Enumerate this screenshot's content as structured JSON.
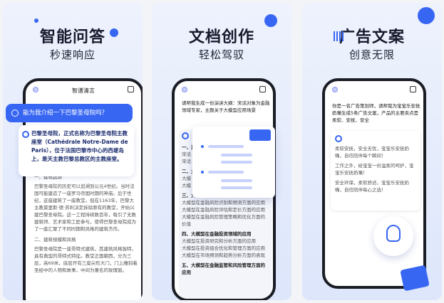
{
  "panels": [
    {
      "title": "智能问答",
      "subtitle": "秒速响应",
      "app_title": "智谱清言",
      "question": "能为我介绍一下巴黎圣母院吗？",
      "answer": "巴黎圣母院，正式名称为巴黎圣母院主教座堂（Cathédrale Notre-Dame de Paris），位于法国巴黎市中心的西堤岛上，是天主教巴黎总教区的主教座堂。",
      "body_lines": [
        "一、建筑起源",
        "巴黎圣母院的历史可以追溯到公元4世纪。当时法国可能建造了一座罗马帝国时期的神庙。后于世纪，这座建筑了一座教堂。但在1163年，巴黎大主教莫里斯·德·苏利决定拆除原有的教堂，开始兴建巴黎圣母院。这一工程持续数百年，吸引了无数建筑师、艺术家和工匠参与，使得巴黎圣母院成为了一座汇聚了不同时期和风格的建筑杰作。",
        "二、建筑规模和风格",
        "巴黎圣母院是一座哥特式建筑，其建筑风格独特，具有典型的哥特式特征。教堂正面朝西，分为三层，高69米，底层开有三座尖形大门，门上雕刻着圣经中的人物和故事，中间为著名的玫瑰窗。"
      ]
    },
    {
      "title": "文档创作",
      "subtitle": "轻松驾驭",
      "prompt": "请帮我生成一份演讲大纲：宋话对象为金融领域专家，主题关于大模型应用场景",
      "sections": [
        "一、开场",
        "二、大模",
        "三、大模",
        "四、大模型在金融投资领域的应用",
        "五、大模型在金融监管和风险管理方面的应用"
      ],
      "items_a": [
        "宋话",
        "宋话"
      ],
      "items_b": [
        "大模",
        "大模"
      ],
      "items_c": [
        "大模型在金融风险识别和预测方面的应用",
        "大模型在金融风险评估和定价方面的应用",
        "大模型在金融风险管理策略和优化方面的价值"
      ],
      "items_d": [
        "大模型在投资研究和分析方面的应用",
        "大模型在投资组合优化和管理方面的应用",
        "大模型在市场预测和趋势分析方面的表现"
      ]
    },
    {
      "title": "广告文案",
      "subtitle": "创意无限",
      "prompt": "你是一名广告策划师，请帮我为宝宝乐安抚奶嘴生成5条广告文案，产品的主要卖点是柔软、安抚、安全",
      "copies": [
        "柔软安抚，安全无忧，宝宝乐安抚奶嘴，自信陪伴每个瞬间！",
        "工作之外，给宝宝一份温柔的呵护，宝宝乐安抚奶嘴！",
        "安全环保，柔软舒适，宝宝乐安抚奶嘴，自信陪伴每心之选！"
      ]
    }
  ],
  "colors": {
    "accent": "#3766f3",
    "dark": "#161a2c"
  }
}
